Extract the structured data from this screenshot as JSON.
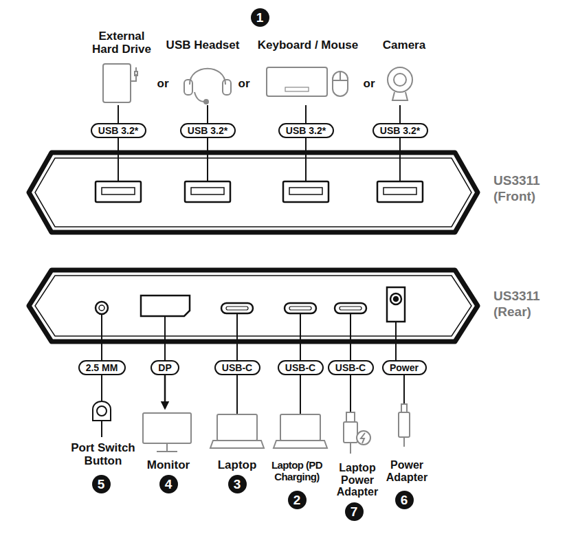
{
  "diagram": {
    "nodes": [
      {
        "text": [
          "USB 3.2*"
        ]
      },
      {
        "text": [
          "USB 3.2*"
        ]
      },
      {
        "text": [
          "USB 3.2*"
        ]
      },
      {
        "text": [
          "USB 3.2*"
        ]
      },
      {
        "text": [
          "2.5 MM"
        ]
      },
      {
        "text": [
          "DP"
        ]
      },
      {
        "text": [
          "USB-C"
        ]
      },
      {
        "text": [
          "USB-C"
        ]
      },
      {
        "text": [
          "USB-C"
        ]
      },
      {
        "text": [
          "Power"
        ]
      }
    ],
    "labels": [
      "1",
      "External Hard Drive",
      "or",
      "USB Headset",
      "or",
      "Keyboard / Mouse",
      "or",
      "Camera",
      "US3311 (Front)",
      "US3311 (Rear)",
      "Port Switch Button",
      "5",
      "Monitor",
      "4",
      "Laptop",
      "3",
      "Laptop (PD Charging)",
      "2",
      "Laptop Power Adapter",
      "7",
      "Power Adapter",
      "6"
    ]
  }
}
